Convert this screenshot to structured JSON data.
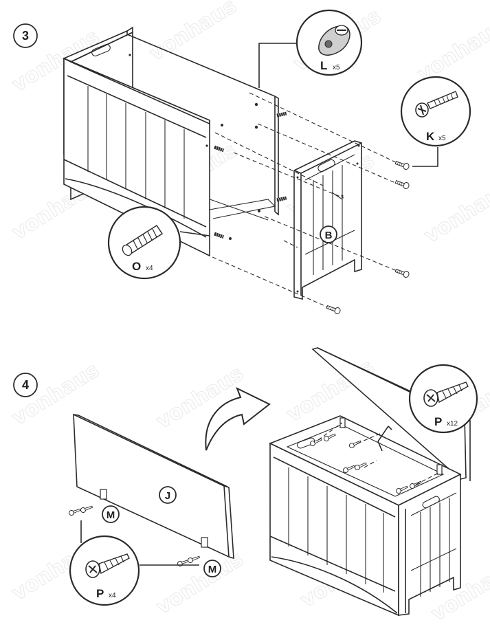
{
  "watermark": "vonhaus",
  "steps": [
    {
      "number": "3",
      "panel_tag": "B",
      "callouts": [
        {
          "letter": "L",
          "qty": "x5",
          "icon": "cam-lock-nut-icon"
        },
        {
          "letter": "K",
          "qty": "x5",
          "icon": "bolt-icon"
        },
        {
          "letter": "O",
          "qty": "x4",
          "icon": "wooden-dowel-icon"
        }
      ]
    },
    {
      "number": "4",
      "panel_tag": "J",
      "hinge_tags": [
        "M",
        "M"
      ],
      "callouts": [
        {
          "letter": "P",
          "qty": "x4",
          "icon": "screw-icon"
        },
        {
          "letter": "P",
          "qty": "x12",
          "icon": "screw-icon"
        }
      ]
    }
  ],
  "colors": {
    "line": "#2a2a2a",
    "watermark": "#ececec",
    "background": "#ffffff"
  }
}
